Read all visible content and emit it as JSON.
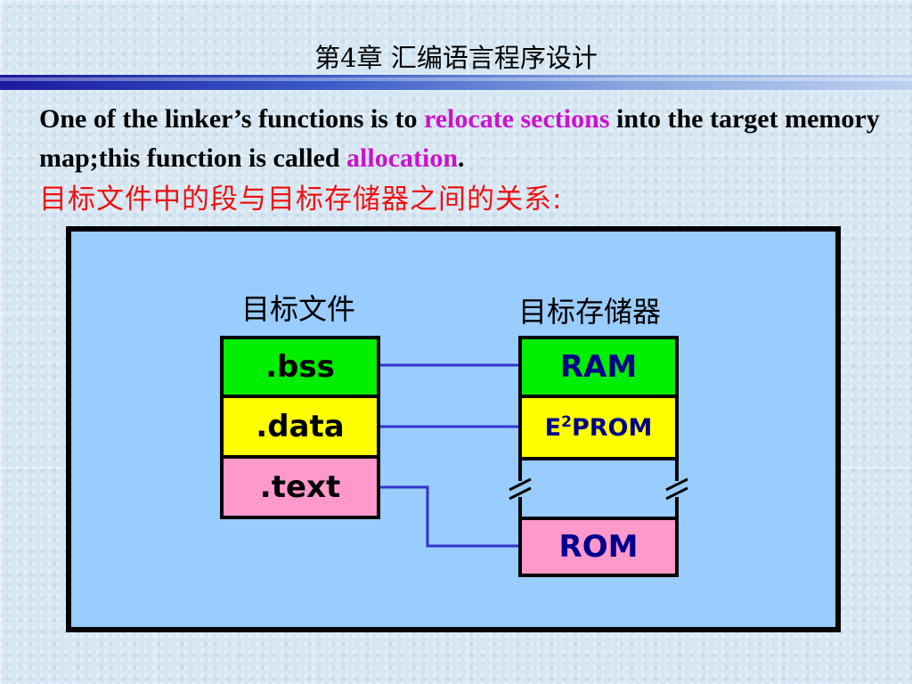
{
  "slide": {
    "title": "第4章  汇编语言程序设计",
    "para": {
      "p1": "One of the linker’s functions is to ",
      "h1": "relocate sections",
      "p2": " into the target memory map;this function is called ",
      "h2": "allocation",
      "p3": "."
    },
    "cn_line": "目标文件中的段与目标存储器之间的关系:"
  },
  "diagram": {
    "left_label": "目标文件",
    "right_label": "目标存储器",
    "sections": [
      ".bss",
      ".data",
      ".text"
    ],
    "memory": {
      "ram": "RAM",
      "eeprom_prefix": "E",
      "eeprom_sup": "2",
      "eeprom_suffix": "PROM",
      "rom": "ROM"
    },
    "colors": {
      "frame_bg": "#99ccff",
      "bss": "#00ee00",
      "data": "#ffff00",
      "text": "#ff99cc",
      "wire": "#3333cc"
    }
  }
}
